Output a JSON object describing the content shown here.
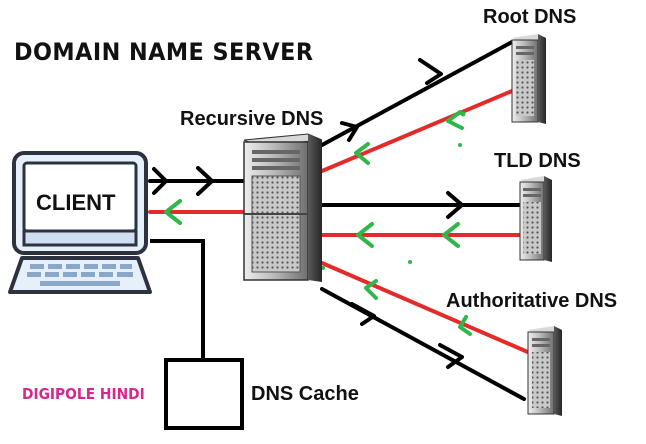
{
  "diagram": {
    "title": "DOMAIN NAME SERVER",
    "nodes": {
      "client": "CLIENT",
      "recursive_dns": "Recursive DNS",
      "root_dns": "Root DNS",
      "tld_dns": "TLD DNS",
      "authoritative_dns": "Authoritative DNS",
      "dns_cache": "DNS Cache"
    },
    "watermark": "DIGIPOLE HINDI"
  },
  "colors": {
    "request_line": "#000000",
    "response_line": "#e22c2c",
    "response_arrow": "#2fb84a",
    "watermark": "#d6278c"
  }
}
